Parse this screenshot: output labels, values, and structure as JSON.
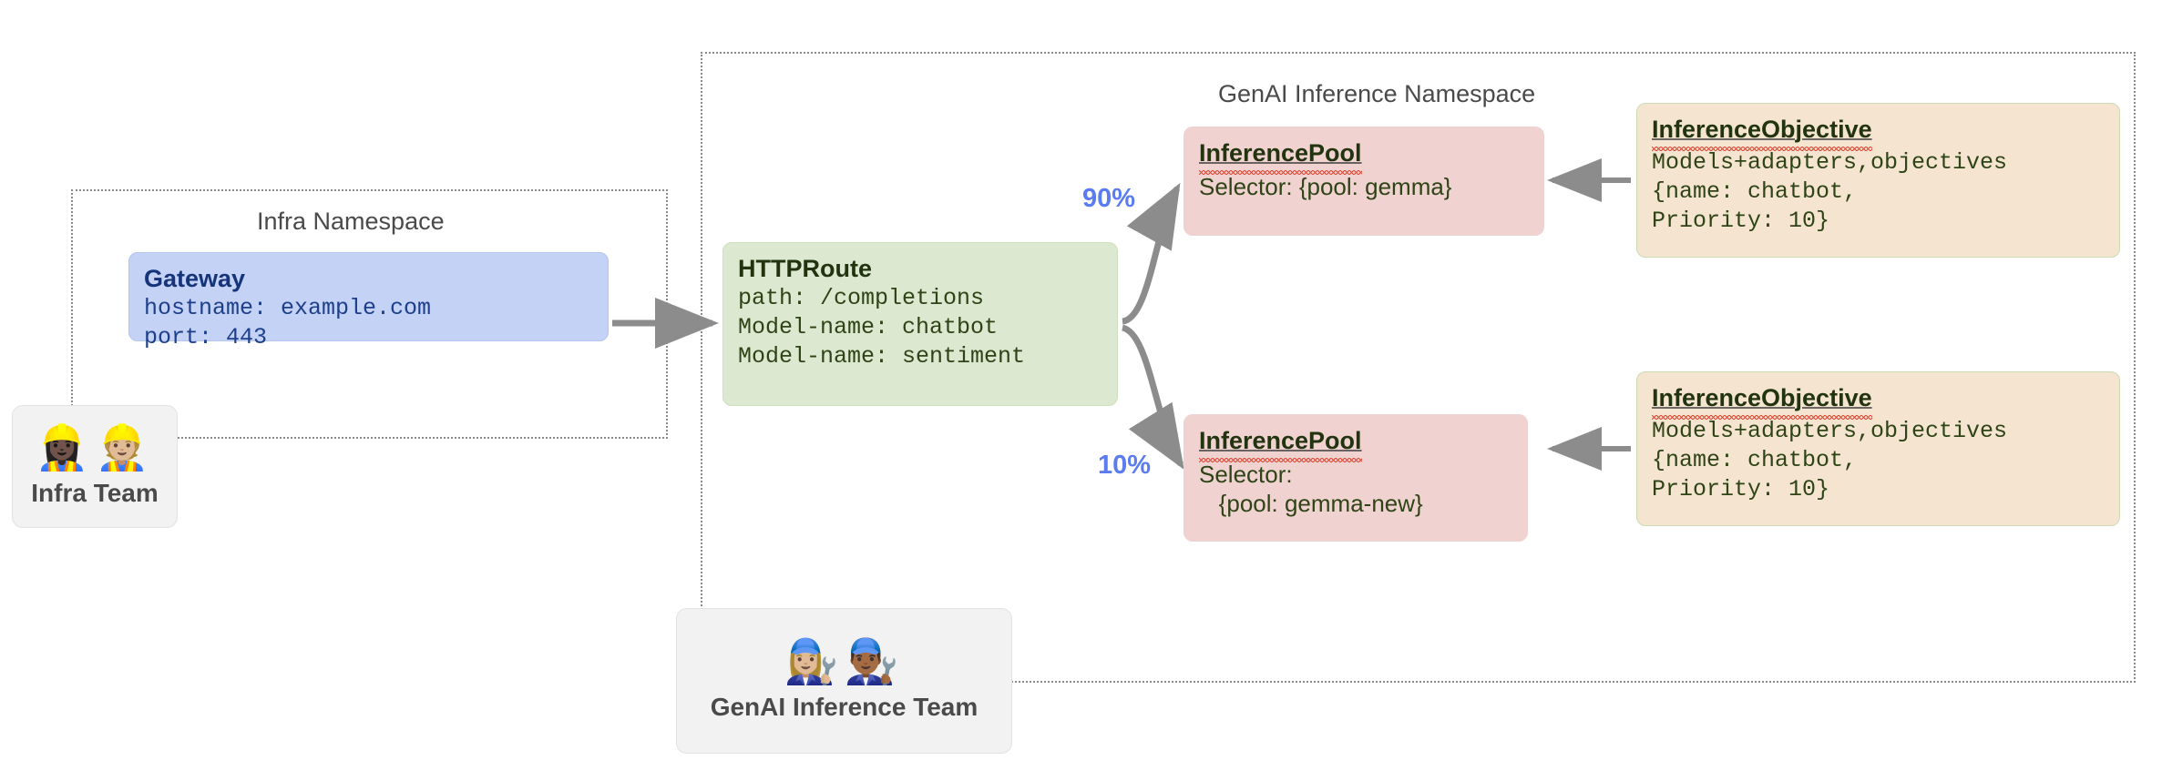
{
  "namespaces": [
    {
      "id": "infra",
      "label": "Infra Namespace"
    },
    {
      "id": "genai",
      "label": "GenAI Inference Namespace"
    }
  ],
  "nodes": {
    "gateway": {
      "title": "Gateway",
      "lines": [
        "hostname: example.com",
        "port: 443"
      ],
      "color": "#c3d2f5"
    },
    "httproute": {
      "title": "HTTPRoute",
      "lines": [
        "path: /completions",
        "Model-name: chatbot",
        "Model-name: sentiment"
      ],
      "color": "#dde8d0"
    },
    "pool_top": {
      "title": "InferencePool",
      "lines": [
        "Selector: {pool: gemma}"
      ],
      "color": "#f0d3d0"
    },
    "pool_bottom": {
      "title": "InferencePool",
      "lines": [
        "Selector:",
        "   {pool: gemma-new}"
      ],
      "color": "#f0d3d0"
    },
    "objective_top": {
      "title": "InferenceObjective",
      "lines": [
        "Models+adapters,objectives",
        "{name: chatbot,",
        "Priority: 10}"
      ],
      "color": "#f4e4d0"
    },
    "objective_bottom": {
      "title": "InferenceObjective",
      "lines": [
        "Models+adapters,objectives",
        "{name: chatbot,",
        "Priority: 10}"
      ],
      "color": "#f4e4d0"
    }
  },
  "teams": [
    {
      "id": "infra-team",
      "label": "Infra Team",
      "emojis": "👷🏿‍♀️👷🏼",
      "icon": "construction-worker-icon"
    },
    {
      "id": "genai-team",
      "label": "GenAI Inference Team",
      "emojis": "👩🏼‍🔧👨🏾‍🔧",
      "icon": "mechanic-icon"
    }
  ],
  "edges": {
    "weight_top": "90%",
    "weight_bottom": "10%",
    "arrow_color": "#8c8c8c",
    "weight_color": "#5b7cf0"
  }
}
